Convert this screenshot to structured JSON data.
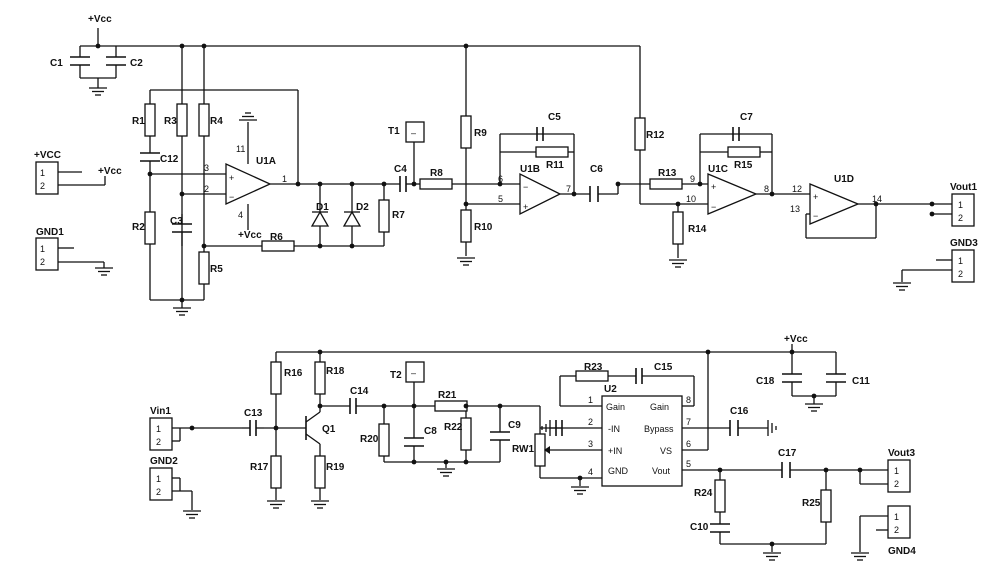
{
  "supply": {
    "vcc": "+Vcc"
  },
  "connectors": {
    "vcc_in": "+VCC",
    "gnd1": "GND1",
    "gnd2": "GND2",
    "gnd3": "GND3",
    "gnd4": "GND4",
    "vin1": "Vin1",
    "vout1": "Vout1",
    "vout3": "Vout3",
    "pin1": "1",
    "pin2": "2"
  },
  "opamps": {
    "u1a": "U1A",
    "u1b": "U1B",
    "u1c": "U1C",
    "u1d": "U1D",
    "minus": "−",
    "plus": "+"
  },
  "resistors": {
    "r1": "R1",
    "r2": "R2",
    "r3": "R3",
    "r4": "R4",
    "r5": "R5",
    "r6": "R6",
    "r7": "R7",
    "r8": "R8",
    "r9": "R9",
    "r10": "R10",
    "r11": "R11",
    "r12": "R12",
    "r13": "R13",
    "r14": "R14",
    "r15": "R15",
    "r16": "R16",
    "r17": "R17",
    "r18": "R18",
    "r19": "R19",
    "r20": "R20",
    "r21": "R21",
    "r22": "R22",
    "r23": "R23",
    "r24": "R24",
    "r25": "R25",
    "rw1": "RW1"
  },
  "capacitors": {
    "c1": "C1",
    "c2": "C2",
    "c3": "C3",
    "c4": "C4",
    "c5": "C5",
    "c6": "C6",
    "c7": "C7",
    "c8": "C8",
    "c9": "C9",
    "c10": "C10",
    "c11": "C11",
    "c12": "C12",
    "c13": "C13",
    "c14": "C14",
    "c15": "C15",
    "c16": "C16",
    "c17": "C17",
    "c18": "C18"
  },
  "diodes": {
    "d1": "D1",
    "d2": "D2"
  },
  "transistor": {
    "q1": "Q1"
  },
  "test_points": {
    "t1": "T1",
    "t2": "T2",
    "mark": "–"
  },
  "pin_numbers": {
    "u1a_plus": "3",
    "u1a_minus": "2",
    "u1a_out": "1",
    "u1a_vee": "4",
    "u1a_vcc": "11",
    "u1b_minus": "6",
    "u1b_plus": "5",
    "u1b_out": "7",
    "u1c_minus": "9",
    "u1c_plus": "10",
    "u1c_out": "8",
    "u1d_plus": "12",
    "u1d_minus": "13",
    "u1d_out": "14"
  },
  "amp_ic": {
    "name": "U2",
    "gain_l": "Gain",
    "gain_r": "Gain",
    "in_minus": "-IN",
    "in_plus": "+IN",
    "gnd": "GND",
    "bypass": "Bypass",
    "vs": "VS",
    "vout": "Vout",
    "p1": "1",
    "p2": "2",
    "p3": "3",
    "p4": "4",
    "p5": "5",
    "p6": "6",
    "p7": "7",
    "p8": "8"
  }
}
